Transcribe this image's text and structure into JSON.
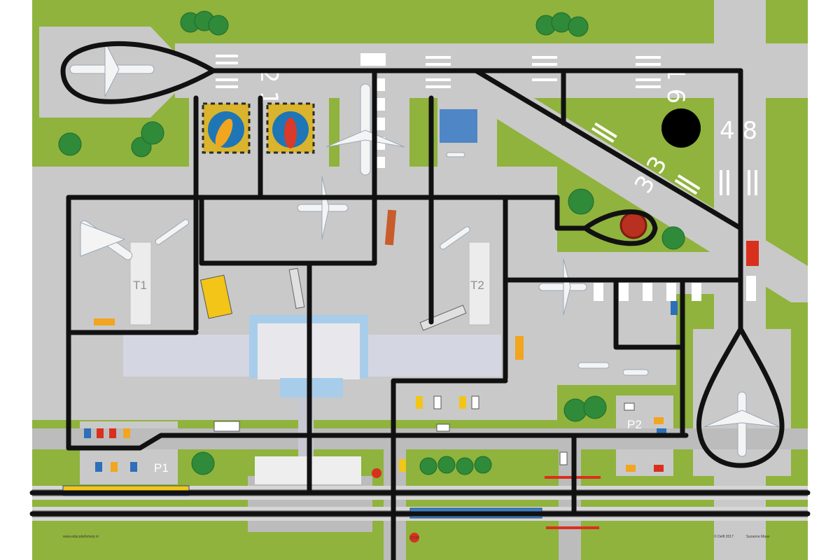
{
  "labels": {
    "runway_21": "2 1",
    "runway_16": "1 6",
    "runway_33": "3 3",
    "runway_48": "4 8",
    "terminal_1": "T1",
    "terminal_2": "T2",
    "parking_1": "P1",
    "parking_2": "P2",
    "stop_sign": "STOP",
    "website": "www.educatieforterp.nl",
    "copyright": "© Delft 2017",
    "author": "Suzanne Maas"
  },
  "colors": {
    "grass": "#8fb33c",
    "tarmac": "#c9c9c9",
    "road": "#bcbcbc",
    "track": "#111111",
    "building": "#e4e4e4",
    "accent_blue": "#a8cdea"
  }
}
